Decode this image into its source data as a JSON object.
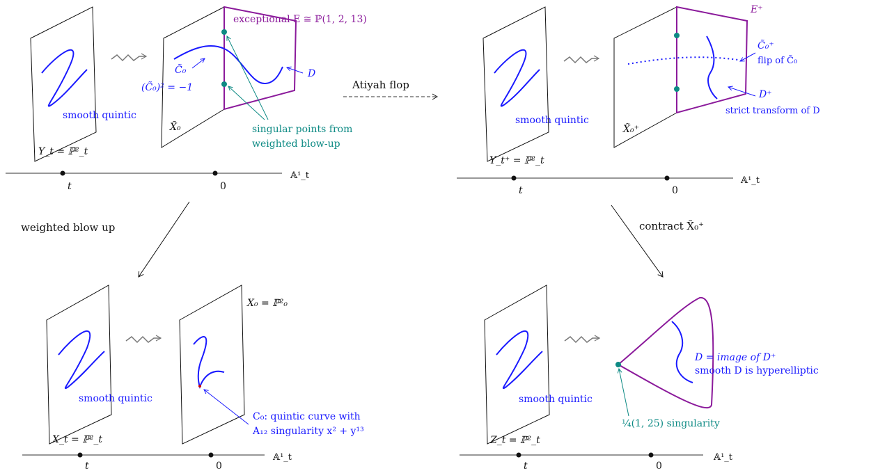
{
  "colors": {
    "curve": "#1a1aff",
    "teal": "#0d8a84",
    "purple": "#8b1a9b",
    "line": "#111111",
    "axis": "#777777",
    "squiggle": "#777777"
  },
  "panel_top_left": {
    "smooth_label": "smooth quintic",
    "Yt_label": "Y_t = ℙ²_t",
    "X0_label": "X̃₀",
    "C0_label": "C̃₀",
    "self_int": "(C̃₀)² = −1",
    "D_label": "D",
    "exceptional": "exceptional E ≅ ℙ(1, 2, 13)",
    "singular_1": "singular points from",
    "singular_2": "weighted blow-up",
    "axis_t": "t",
    "axis_0": "0",
    "axis_A": "𝔸¹_t"
  },
  "flop_label": "Atiyah flop",
  "panel_top_right": {
    "smooth_label": "smooth quintic",
    "Yt_label": "Y_t⁺ = ℙ²_t",
    "X0_label": "X̃₀⁺",
    "Eplus": "E⁺",
    "C0plus": "C̃₀⁺",
    "flip": "flip of C̃₀",
    "Dplus": "D⁺",
    "strict": "strict transform of D",
    "axis_t": "t",
    "axis_0": "0",
    "axis_A": "𝔸¹_t"
  },
  "arrow_left_label": "weighted blow up",
  "arrow_right_label": "contract X̃₀⁺",
  "panel_bottom_left": {
    "smooth_label": "smooth quintic",
    "Xt_label": "X_t = ℙ²_t",
    "X0_label": "X₀ = ℙ²₀",
    "C0_1": "C₀: quintic curve with",
    "C0_2": "A₁₂ singularity x² + y¹³",
    "axis_t": "t",
    "axis_0": "0",
    "axis_A": "𝔸¹_t"
  },
  "panel_bottom_right": {
    "smooth_label": "smooth quintic",
    "Zt_label": "Z_t = ℙ²_t",
    "D_1": "D = image of D⁺",
    "D_2": "smooth D is hyperelliptic",
    "sing": "¼(1, 25) singularity",
    "axis_t": "t",
    "axis_0": "0",
    "axis_A": "𝔸¹_t"
  }
}
